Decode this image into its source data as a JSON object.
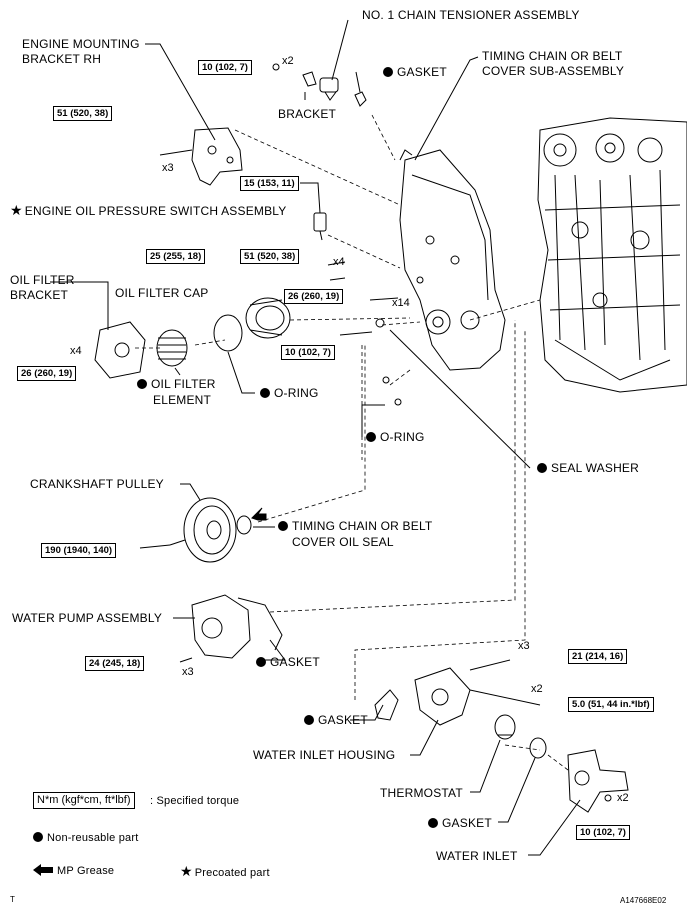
{
  "labels": {
    "chain_tensioner": "NO. 1 CHAIN TENSIONER ASSEMBLY",
    "engine_bracket_1": "ENGINE MOUNTING",
    "engine_bracket_2": "BRACKET RH",
    "timing_cover_1": "TIMING CHAIN OR BELT",
    "timing_cover_2": "COVER SUB-ASSEMBLY",
    "gasket": "GASKET",
    "bracket": "BRACKET",
    "oil_pressure_switch": "ENGINE OIL PRESSURE SWITCH ASSEMBLY",
    "oil_filter_bracket_1": "OIL FILTER",
    "oil_filter_bracket_2": "BRACKET",
    "oil_filter_cap": "OIL FILTER CAP",
    "oil_filter_element_1": "OIL FILTER",
    "oil_filter_element_2": "ELEMENT",
    "o_ring": "O-RING",
    "seal_washer": "SEAL WASHER",
    "crankshaft_pulley": "CRANKSHAFT PULLEY",
    "oil_seal_1": "TIMING CHAIN OR BELT",
    "oil_seal_2": "COVER OIL SEAL",
    "water_pump": "WATER PUMP ASSEMBLY",
    "water_inlet_housing": "WATER INLET HOUSING",
    "thermostat": "THERMOSTAT",
    "water_inlet": "WATER INLET"
  },
  "torques": {
    "t_bracket": "10 (102, 7)",
    "t_mount": "51 (520, 38)",
    "t_switch": "15 (153, 11)",
    "t_cap": "25 (255, 18)",
    "t_cover1": "51 (520, 38)",
    "t_cover2": "26 (260, 19)",
    "t_cover3": "10 (102, 7)",
    "t_filter_bracket": "26 (260, 19)",
    "t_pulley": "190 (1940, 140)",
    "t_pump": "24 (245, 18)",
    "t_housing1": "21 (214, 16)",
    "t_housing2": "5.0 (51, 44 in.*lbf)",
    "t_inlet": "10 (102, 7)"
  },
  "quantities": {
    "q_bracket": "x2",
    "q_mount": "x3",
    "q_cover1": "x4",
    "q_cover2": "x14",
    "q_filter": "x4",
    "q_pump": "x3",
    "q_housing1": "x3",
    "q_housing2": "x2",
    "q_inlet": "x2"
  },
  "legend": {
    "torque_unit": "N*m (kgf*cm, ft*lbf)",
    "torque_text": ": Specified torque",
    "non_reusable": "Non-reusable part",
    "mp_grease": "MP Grease",
    "precoated": "Precoated part"
  },
  "footer": {
    "left": "T",
    "code": "A147668E02"
  }
}
